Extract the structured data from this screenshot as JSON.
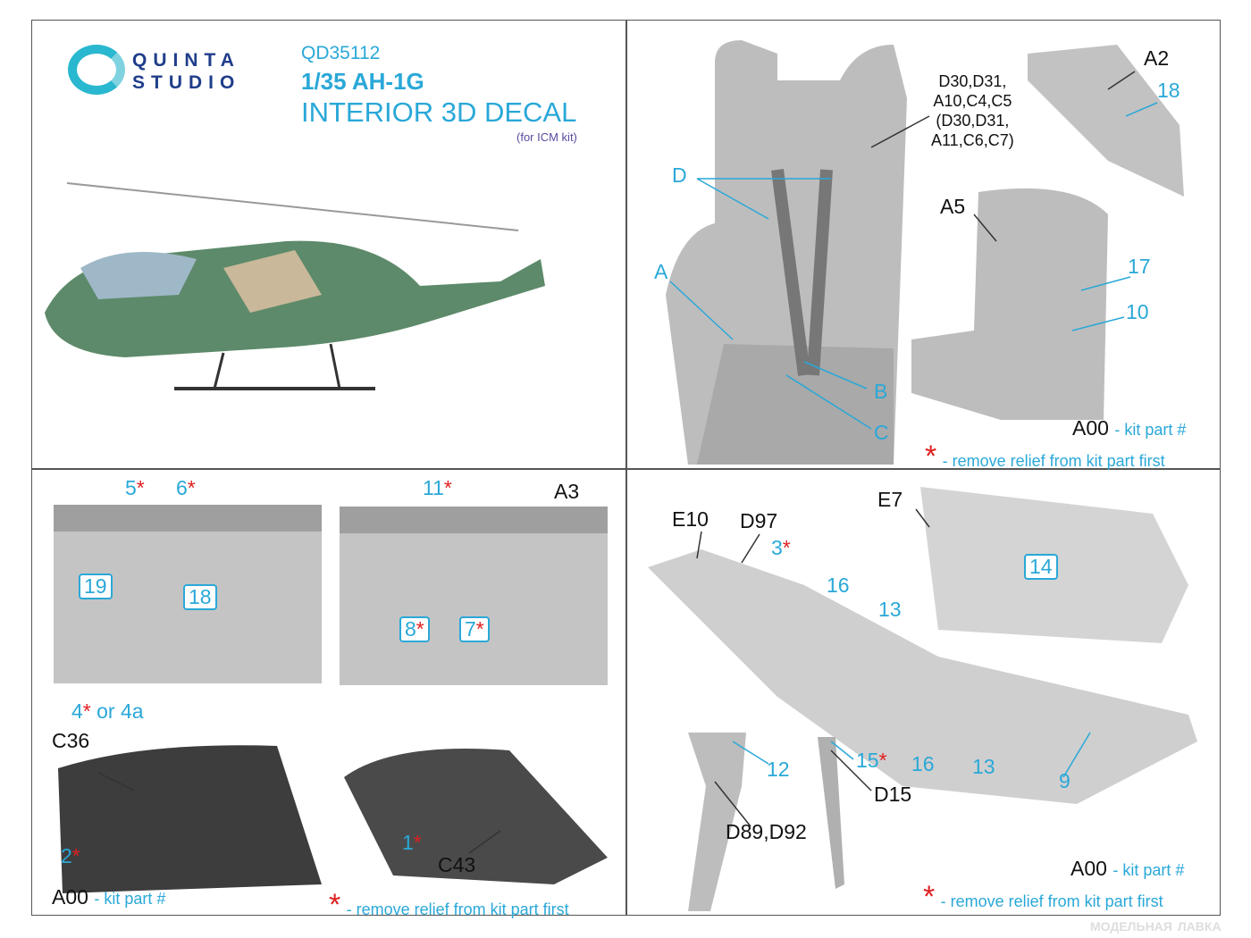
{
  "header": {
    "brand_line1": "QUINTA",
    "brand_line2": "STUDIO",
    "code": "QD35112",
    "model": "1/35 AH-1G",
    "product": "INTERIOR 3D DECAL",
    "kit_note": "(for ICM kit)"
  },
  "legend": {
    "part_code": "A00",
    "part_text": "- kit part #",
    "star": "*",
    "star_text": "- remove relief from kit part first"
  },
  "seat_panel": {
    "part_list": [
      "D30,D31,",
      "A10,C4,C5",
      "(D30,D31,",
      "A11,C6,C7)"
    ],
    "labels": [
      "A2",
      "18",
      "D",
      "A5",
      "A",
      "17",
      "10",
      "B",
      "C"
    ]
  },
  "cockpit_panel": {
    "labels": [
      "5",
      "6",
      "11",
      "A3",
      "19",
      "18",
      "8",
      "7",
      "4",
      "or 4a",
      "C36",
      "2",
      "1",
      "C43"
    ]
  },
  "canopy_panel": {
    "labels": [
      "E10",
      "D97",
      "E7",
      "3",
      "16",
      "13",
      "14",
      "12",
      "15",
      "D15",
      "16",
      "13",
      "9",
      "D89,D92"
    ]
  },
  "watermark": [
    "МОДЕЛЬНАЯ",
    "ЛАВКА"
  ],
  "colors": {
    "accent": "#2aa8d8",
    "star": "#e02020",
    "brand": "#1f3d8a"
  }
}
